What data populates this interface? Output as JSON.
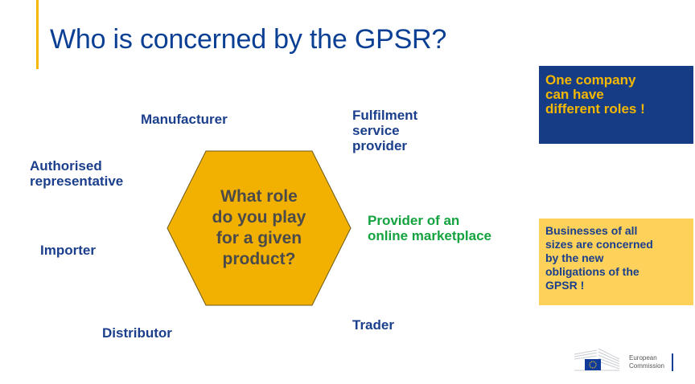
{
  "slide": {
    "title": "Who is concerned by the GPSR?",
    "accent_color": "#f5b800",
    "title_color": "#0b3f94"
  },
  "center": {
    "lines": [
      "What role",
      "do you play",
      "for a given",
      "product?"
    ],
    "fill_color": "#f2b000"
  },
  "roles": {
    "manufacturer": "Manufacturer",
    "authorised_representative": [
      "Authorised",
      "representative"
    ],
    "importer": "Importer",
    "distributor": "Distributor",
    "fulfilment_service_provider": [
      "Fulfilment",
      "service",
      "provider"
    ],
    "online_marketplace": [
      "Provider of an",
      "online marketplace"
    ],
    "trader": "Trader"
  },
  "callouts": {
    "blue_box": [
      "One company",
      "can have",
      "different roles !"
    ],
    "yellow_box": [
      "Businesses of all",
      "sizes are concerned",
      "by the new",
      "obligations of the",
      "GPSR !"
    ]
  },
  "logo": {
    "line1": "European",
    "line2": "Commission"
  }
}
